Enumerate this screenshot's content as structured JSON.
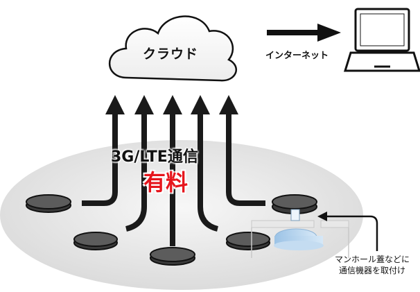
{
  "cloud": {
    "label": "クラウド",
    "icon": "cloud-icon"
  },
  "internet": {
    "label": "インターネット",
    "icon": "laptop-icon"
  },
  "communication": {
    "label": "3G/LTE通信",
    "cost_label": "有料",
    "cost_color": "#e6161d"
  },
  "device_note": {
    "line1": "マンホール蓋などに",
    "line2": "通信機器を取付け"
  },
  "colors": {
    "arrow": "#1a1a1a",
    "ground": "#e6e6e6",
    "manhole_top": "#5c5c5c",
    "device": "#b3d3ee"
  }
}
